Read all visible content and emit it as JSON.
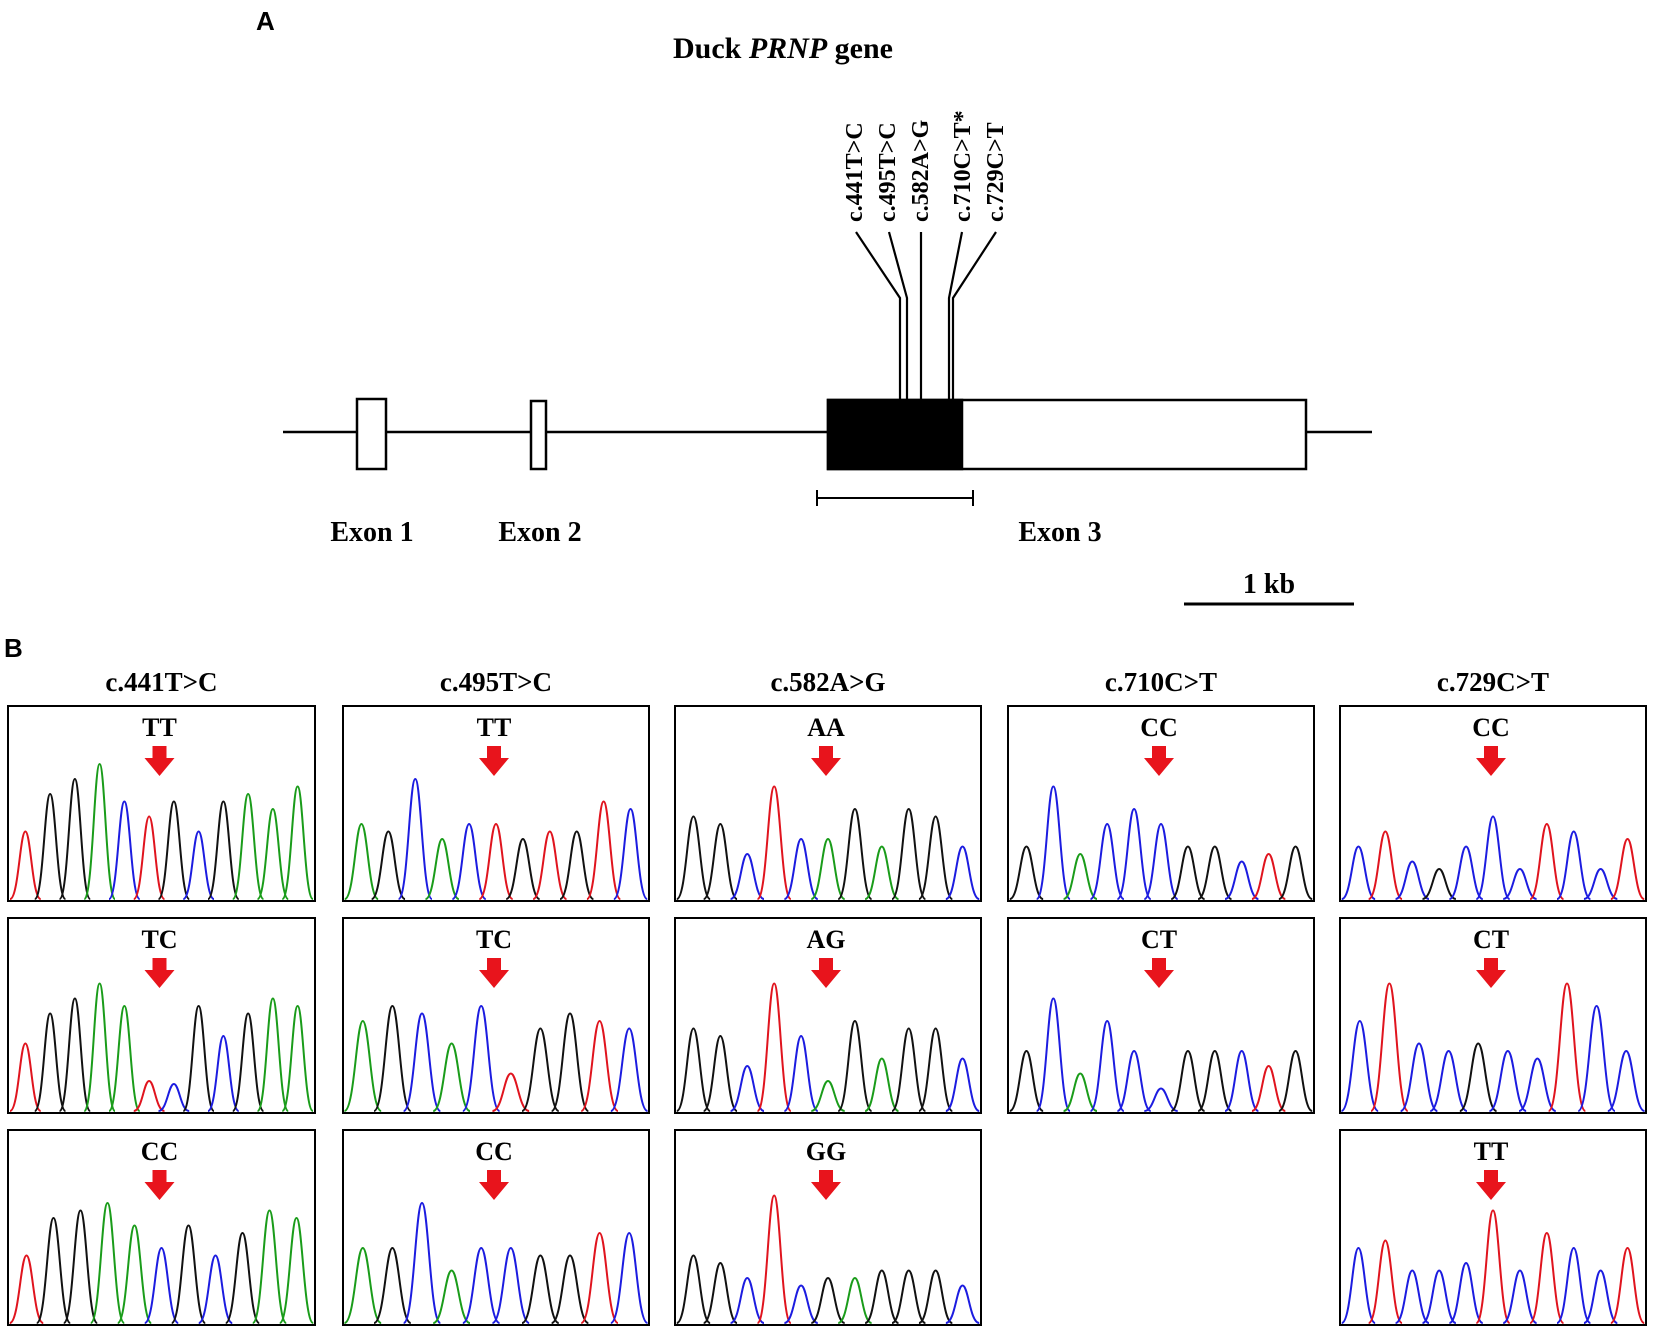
{
  "panel_a": {
    "letter": "A",
    "title_prefix": "Duck ",
    "title_gene": "PRNP",
    "title_suffix": " gene",
    "snps": [
      "c.441T>C",
      "c.495T>C",
      "c.582A>G",
      "c.710C>T*",
      "c.729C>T"
    ],
    "exons": [
      "Exon 1",
      "Exon 2",
      "Exon 3"
    ],
    "scale_label": "1 kb"
  },
  "panel_b": {
    "letter": "B",
    "columns": [
      {
        "snp": "c.441T>C",
        "genotypes": [
          "TT",
          "TC",
          "CC"
        ]
      },
      {
        "snp": "c.495T>C",
        "genotypes": [
          "TT",
          "TC",
          "CC"
        ]
      },
      {
        "snp": "c.582A>G",
        "genotypes": [
          "AA",
          "AG",
          "GG"
        ]
      },
      {
        "snp": "c.710C>T",
        "genotypes": [
          "CC",
          "CT"
        ]
      },
      {
        "snp": "c.729C>T",
        "genotypes": [
          "CC",
          "CT",
          "TT"
        ]
      }
    ],
    "colors": {
      "A": "#1a9c1a",
      "C": "#1c1ce0",
      "G": "#111111",
      "T": "#e0141e",
      "arrow": "#e8141c"
    },
    "traces": [
      [
        {
          "peaks": [
            [
              "T",
              0.45
            ],
            [
              "G",
              0.7
            ],
            [
              "G",
              0.8
            ],
            [
              "A",
              0.9
            ],
            [
              "C",
              0.65
            ],
            [
              "T",
              0.55
            ],
            [
              "G",
              0.65
            ],
            [
              "C",
              0.45
            ],
            [
              "G",
              0.65
            ],
            [
              "A",
              0.7
            ],
            [
              "A",
              0.6
            ],
            [
              "A",
              0.75
            ]
          ]
        },
        {
          "peaks": [
            [
              "T",
              0.45
            ],
            [
              "G",
              0.65
            ],
            [
              "G",
              0.75
            ],
            [
              "A",
              0.85
            ],
            [
              "A",
              0.7
            ],
            [
              "T",
              0.2
            ],
            [
              "C",
              0.18
            ],
            [
              "G",
              0.7
            ],
            [
              "C",
              0.5
            ],
            [
              "G",
              0.65
            ],
            [
              "A",
              0.75
            ],
            [
              "A",
              0.7
            ]
          ]
        },
        {
          "peaks": [
            [
              "T",
              0.45
            ],
            [
              "G",
              0.7
            ],
            [
              "G",
              0.75
            ],
            [
              "A",
              0.8
            ],
            [
              "A",
              0.65
            ],
            [
              "C",
              0.5
            ],
            [
              "G",
              0.65
            ],
            [
              "C",
              0.45
            ],
            [
              "G",
              0.6
            ],
            [
              "A",
              0.75
            ],
            [
              "A",
              0.7
            ]
          ]
        }
      ],
      [
        {
          "peaks": [
            [
              "A",
              0.5
            ],
            [
              "G",
              0.45
            ],
            [
              "C",
              0.8
            ],
            [
              "A",
              0.4
            ],
            [
              "C",
              0.5
            ],
            [
              "T",
              0.5
            ],
            [
              "G",
              0.4
            ],
            [
              "T",
              0.45
            ],
            [
              "G",
              0.45
            ],
            [
              "T",
              0.65
            ],
            [
              "C",
              0.6
            ]
          ]
        },
        {
          "peaks": [
            [
              "A",
              0.6
            ],
            [
              "G",
              0.7
            ],
            [
              "C",
              0.65
            ],
            [
              "A",
              0.45
            ],
            [
              "C",
              0.7
            ],
            [
              "T",
              0.25
            ],
            [
              "G",
              0.55
            ],
            [
              "G",
              0.65
            ],
            [
              "T",
              0.6
            ],
            [
              "C",
              0.55
            ]
          ]
        },
        {
          "peaks": [
            [
              "A",
              0.5
            ],
            [
              "G",
              0.5
            ],
            [
              "C",
              0.8
            ],
            [
              "A",
              0.35
            ],
            [
              "C",
              0.5
            ],
            [
              "C",
              0.5
            ],
            [
              "G",
              0.45
            ],
            [
              "G",
              0.45
            ],
            [
              "T",
              0.6
            ],
            [
              "C",
              0.6
            ]
          ]
        }
      ],
      [
        {
          "peaks": [
            [
              "G",
              0.55
            ],
            [
              "G",
              0.5
            ],
            [
              "C",
              0.3
            ],
            [
              "T",
              0.75
            ],
            [
              "C",
              0.4
            ],
            [
              "A",
              0.4
            ],
            [
              "G",
              0.6
            ],
            [
              "A",
              0.35
            ],
            [
              "G",
              0.6
            ],
            [
              "G",
              0.55
            ],
            [
              "C",
              0.35
            ]
          ]
        },
        {
          "peaks": [
            [
              "G",
              0.55
            ],
            [
              "G",
              0.5
            ],
            [
              "C",
              0.3
            ],
            [
              "T",
              0.85
            ],
            [
              "C",
              0.5
            ],
            [
              "A",
              0.2
            ],
            [
              "G",
              0.6
            ],
            [
              "A",
              0.35
            ],
            [
              "G",
              0.55
            ],
            [
              "G",
              0.55
            ],
            [
              "C",
              0.35
            ]
          ]
        },
        {
          "peaks": [
            [
              "G",
              0.45
            ],
            [
              "G",
              0.4
            ],
            [
              "C",
              0.3
            ],
            [
              "T",
              0.85
            ],
            [
              "C",
              0.25
            ],
            [
              "G",
              0.3
            ],
            [
              "A",
              0.3
            ],
            [
              "G",
              0.35
            ],
            [
              "G",
              0.35
            ],
            [
              "G",
              0.35
            ],
            [
              "C",
              0.25
            ]
          ]
        }
      ],
      [
        {
          "peaks": [
            [
              "G",
              0.35
            ],
            [
              "C",
              0.75
            ],
            [
              "A",
              0.3
            ],
            [
              "C",
              0.5
            ],
            [
              "C",
              0.6
            ],
            [
              "C",
              0.5
            ],
            [
              "G",
              0.35
            ],
            [
              "G",
              0.35
            ],
            [
              "C",
              0.25
            ],
            [
              "T",
              0.3
            ],
            [
              "G",
              0.35
            ]
          ]
        },
        {
          "peaks": [
            [
              "G",
              0.4
            ],
            [
              "C",
              0.75
            ],
            [
              "A",
              0.25
            ],
            [
              "C",
              0.6
            ],
            [
              "C",
              0.4
            ],
            [
              "C",
              0.15
            ],
            [
              "G",
              0.4
            ],
            [
              "G",
              0.4
            ],
            [
              "C",
              0.4
            ],
            [
              "T",
              0.3
            ],
            [
              "G",
              0.4
            ]
          ]
        }
      ],
      [
        {
          "peaks": [
            [
              "C",
              0.35
            ],
            [
              "T",
              0.45
            ],
            [
              "C",
              0.25
            ],
            [
              "G",
              0.2
            ],
            [
              "C",
              0.35
            ],
            [
              "C",
              0.55
            ],
            [
              "C",
              0.2
            ],
            [
              "T",
              0.5
            ],
            [
              "C",
              0.45
            ],
            [
              "C",
              0.2
            ],
            [
              "T",
              0.4
            ]
          ]
        },
        {
          "peaks": [
            [
              "C",
              0.6
            ],
            [
              "T",
              0.85
            ],
            [
              "C",
              0.45
            ],
            [
              "C",
              0.4
            ],
            [
              "G",
              0.45
            ],
            [
              "C",
              0.4
            ],
            [
              "C",
              0.35
            ],
            [
              "T",
              0.85
            ],
            [
              "C",
              0.7
            ],
            [
              "C",
              0.4
            ]
          ]
        },
        {
          "peaks": [
            [
              "C",
              0.5
            ],
            [
              "T",
              0.55
            ],
            [
              "C",
              0.35
            ],
            [
              "C",
              0.35
            ],
            [
              "C",
              0.4
            ],
            [
              "T",
              0.75
            ],
            [
              "C",
              0.35
            ],
            [
              "T",
              0.6
            ],
            [
              "C",
              0.5
            ],
            [
              "C",
              0.35
            ],
            [
              "T",
              0.5
            ]
          ]
        }
      ]
    ]
  }
}
